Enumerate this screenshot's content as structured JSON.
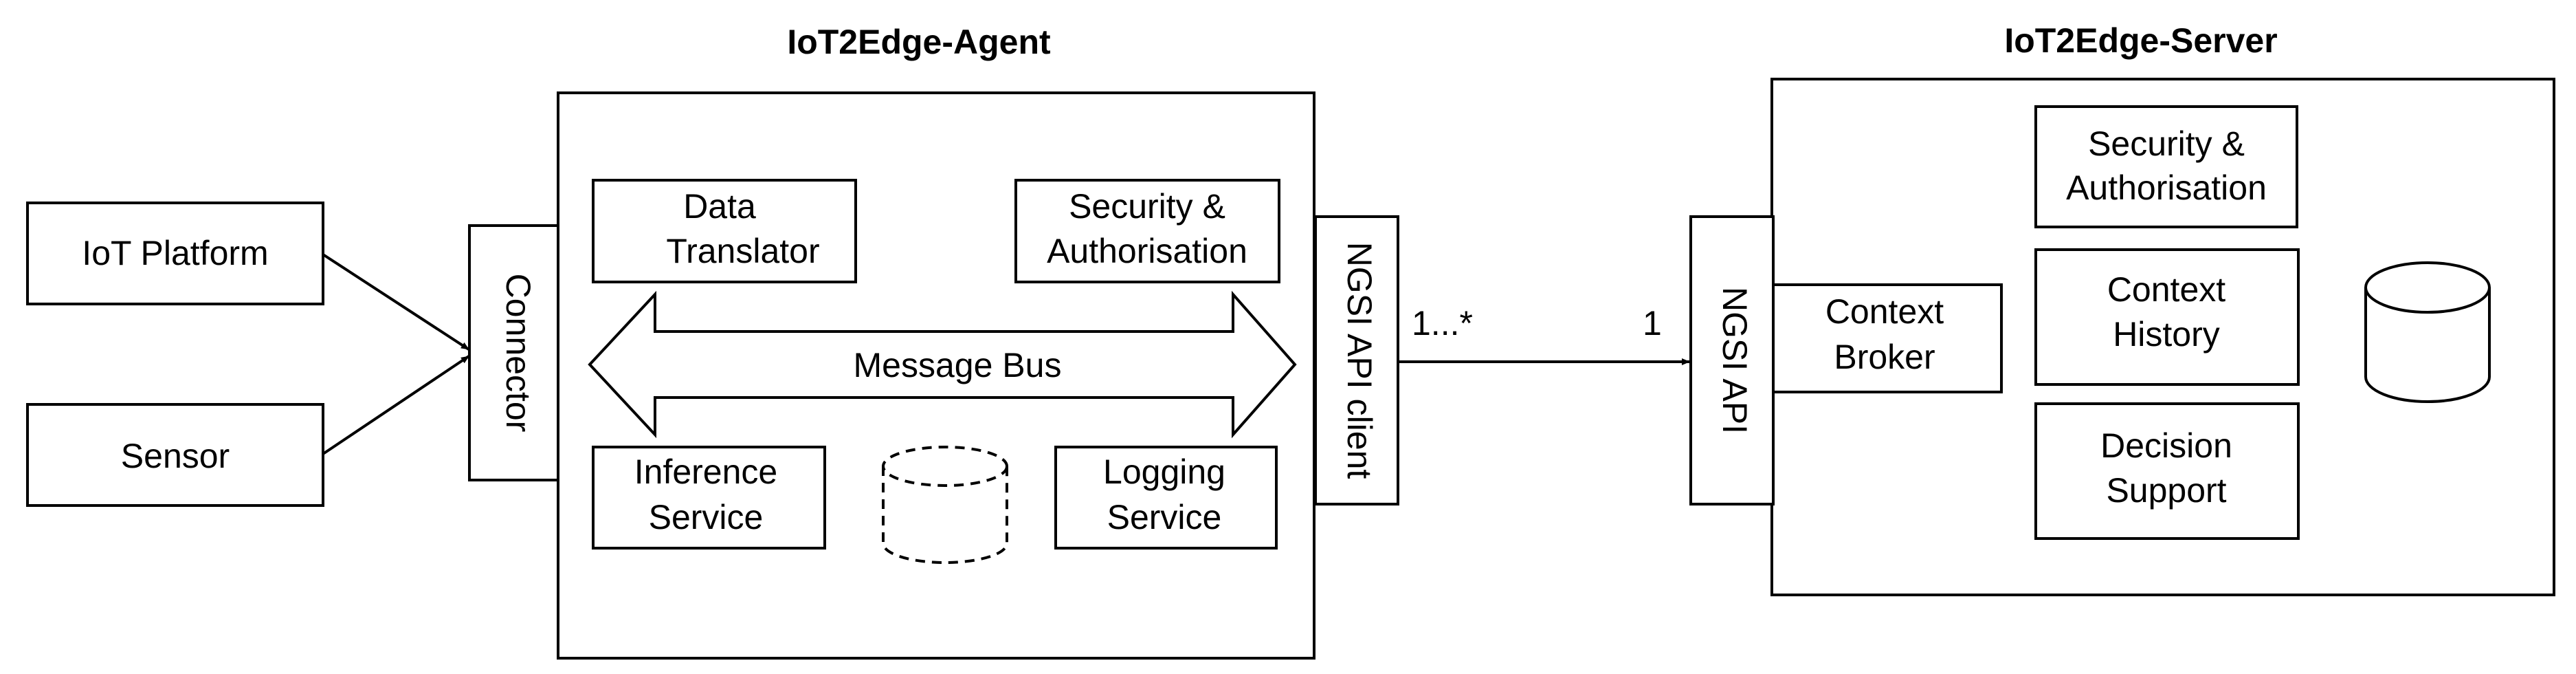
{
  "agent": {
    "title": "IoT2Edge-Agent",
    "data_translator": [
      "Data",
      "Translator"
    ],
    "security": [
      "Security &",
      "Authorisation"
    ],
    "message_bus": "Message Bus",
    "inference": [
      "Inference",
      "Service"
    ],
    "logging": [
      "Logging",
      "Service"
    ],
    "ngsi_client": "NGSI API client"
  },
  "server": {
    "title": "IoT2Edge-Server",
    "security": [
      "Security &",
      "Authorisation"
    ],
    "context_history": [
      "Context",
      "History"
    ],
    "decision_support": [
      "Decision",
      "Support"
    ],
    "context_broker": [
      "Context",
      "Broker"
    ],
    "ngsi_api": "NGSI API"
  },
  "inputs": {
    "iot_platform": "IoT Platform",
    "sensor": "Sensor",
    "connector": "Connector"
  },
  "link": {
    "source_multiplicity": "1...*",
    "target_multiplicity": "1"
  }
}
